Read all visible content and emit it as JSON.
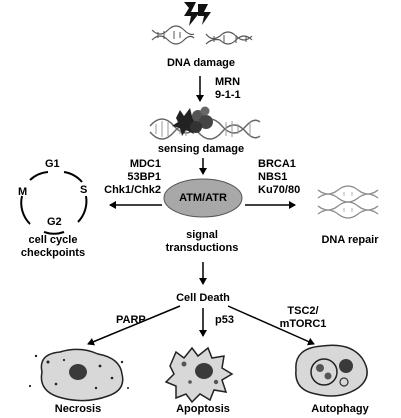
{
  "labels": {
    "dna_damage": "DNA damage",
    "mrn_complex": "MRN\n9-1-1",
    "sensing_damage": "sensing damage",
    "atm_atr": "ATM/ATR",
    "checkpoint_factors": "MDC1\n53BP1\nChk1/Chk2",
    "repair_factors": "BRCA1\nNBS1\nKu70/80",
    "signal_transductions": "signal\ntransductions",
    "cell_death": "Cell Death",
    "cell_cycle_checkpoints": "cell cycle\ncheckpoints",
    "dna_repair": "DNA repair",
    "parp": "PARP",
    "p53": "p53",
    "tsc2_mtorc1": "TSC2/\nmTORC1",
    "necrosis": "Necrosis",
    "apoptosis": "Apoptosis",
    "autophagy": "Autophagy"
  },
  "cell_cycle": {
    "g1": "G1",
    "s": "S",
    "g2": "G2",
    "m": "M"
  },
  "colors": {
    "atm_fill": "#a8a8a8",
    "cell_fill": "#d8d8d8",
    "nucleus": "#3a3a3a",
    "dna_strand": "#888888"
  }
}
